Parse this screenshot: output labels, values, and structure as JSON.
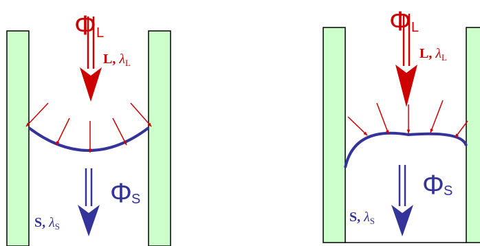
{
  "colors": {
    "wall_fill": "#ccffcc",
    "wall_stroke": "#000000",
    "liquid": "#cc0000",
    "solid": "#333399"
  },
  "panels": [
    {
      "phi_liquid": {
        "symbol": "Φ",
        "subscript": "L"
      },
      "liquid_label": {
        "text": "L, ",
        "symbol": "λ",
        "subscript": "L"
      },
      "phi_solid": {
        "symbol": "Φ",
        "subscript": "S"
      },
      "solid_label": {
        "text": "S, ",
        "symbol": "λ",
        "subscript": "S"
      },
      "interface": "concave"
    },
    {
      "phi_liquid": {
        "symbol": "Φ",
        "subscript": "L"
      },
      "liquid_label": {
        "text": "L, ",
        "symbol": "λ",
        "subscript": "L"
      },
      "phi_solid": {
        "symbol": "Φ",
        "subscript": "S"
      },
      "solid_label": {
        "text": "S, ",
        "symbol": "λ",
        "subscript": "S"
      },
      "interface": "convex"
    }
  ]
}
